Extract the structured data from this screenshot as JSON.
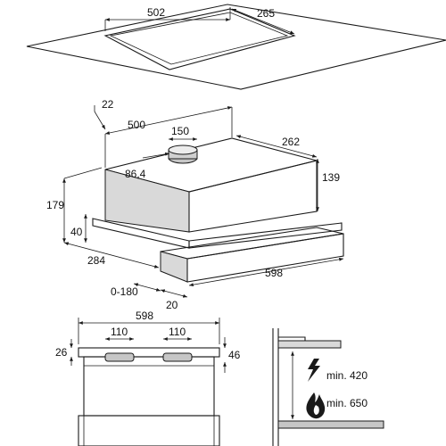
{
  "cutout": {
    "width": "502",
    "depth": "265"
  },
  "hood": {
    "top_offset": "22",
    "width": "500",
    "outlet_diameter": "150",
    "depth": "262",
    "outlet_offset": "86,4",
    "body_height": "139",
    "total_height": "179",
    "front_height": "40",
    "front_depth": "284",
    "extension": "0-180",
    "panel_thickness": "20",
    "panel_width": "598"
  },
  "front_view": {
    "width": "598",
    "left_slot": "110",
    "right_slot": "110",
    "left_gap": "26",
    "right_gap": "46"
  },
  "install": {
    "electric_label": "min. 420",
    "gas_label": "min. 650"
  }
}
